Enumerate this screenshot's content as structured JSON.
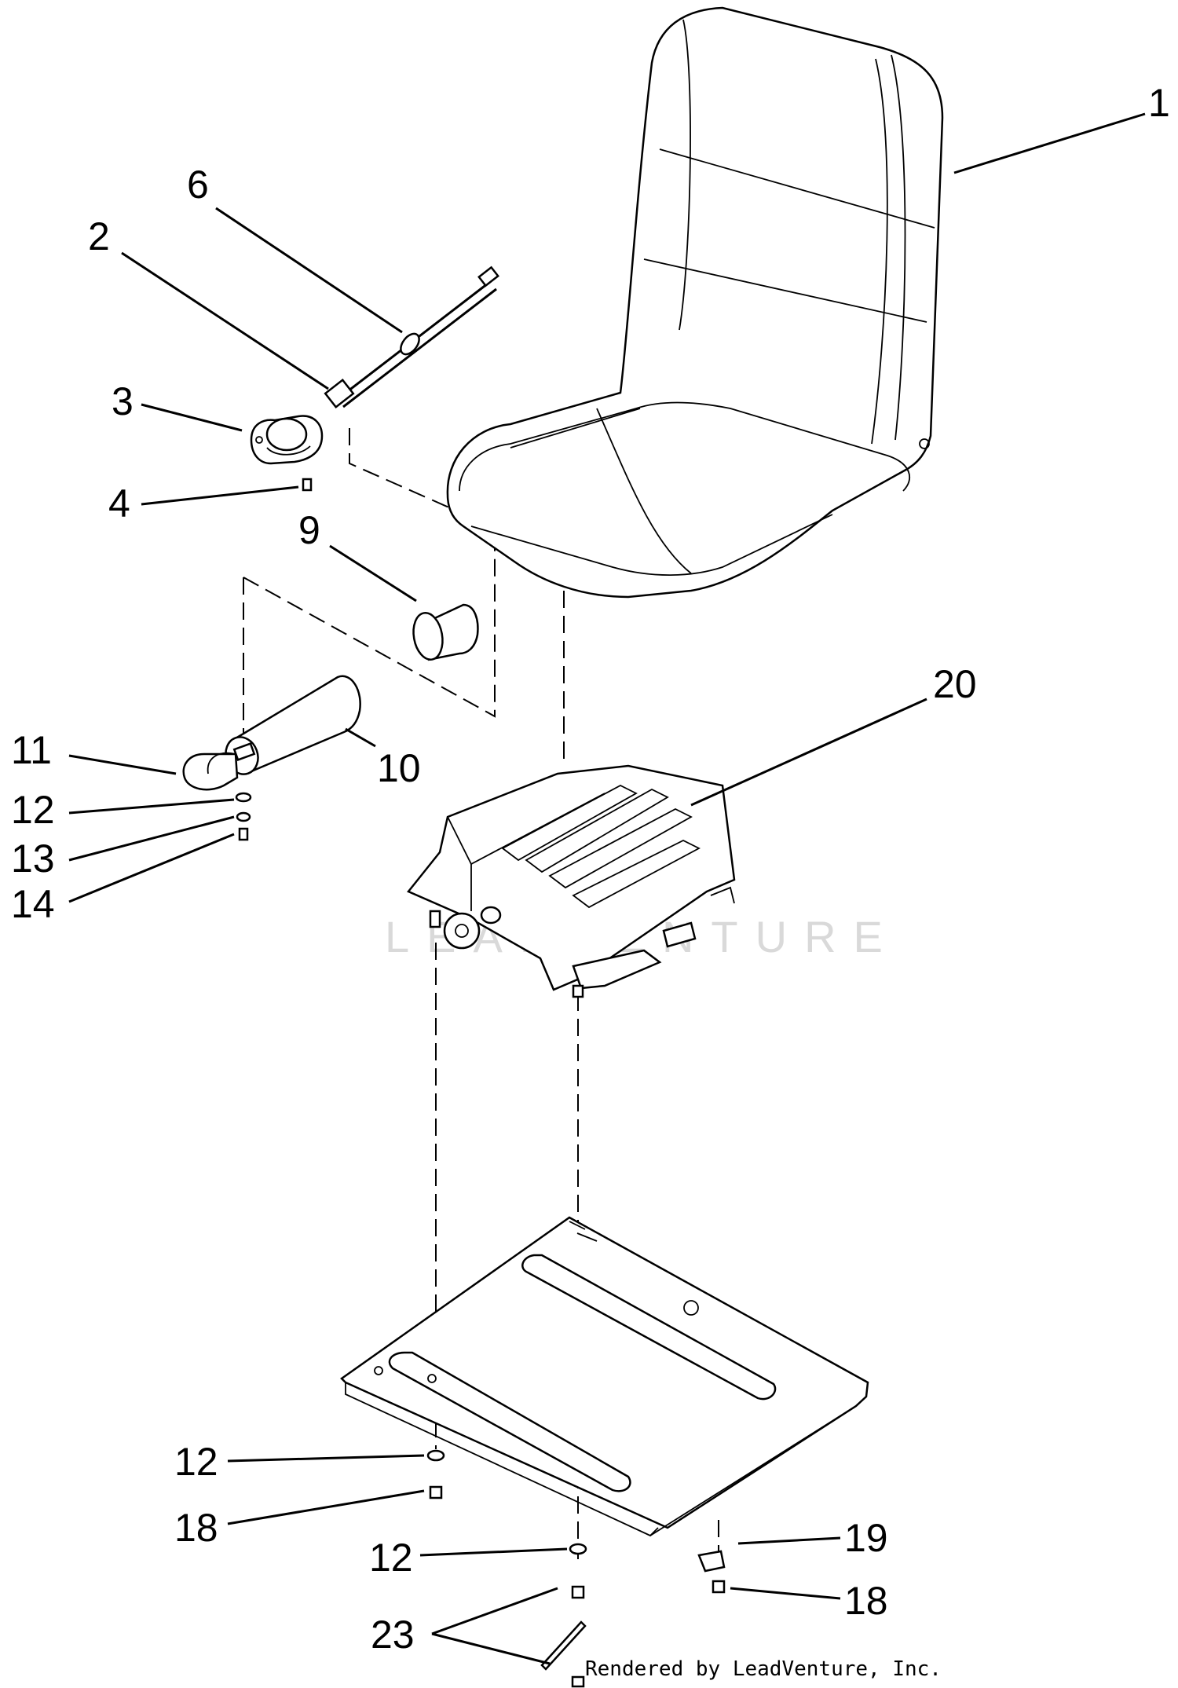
{
  "callouts": {
    "c1": "1",
    "c2": "2",
    "c3": "3",
    "c4": "4",
    "c6": "6",
    "c9": "9",
    "c10": "10",
    "c11": "11",
    "c12a": "12",
    "c13": "13",
    "c14": "14",
    "c20": "20",
    "c12b": "12",
    "c18a": "18",
    "c12c": "12",
    "c19": "19",
    "c18b": "18",
    "c23": "23"
  },
  "watermark": "LEADVENTURE",
  "credit": "Rendered by LeadVenture, Inc."
}
